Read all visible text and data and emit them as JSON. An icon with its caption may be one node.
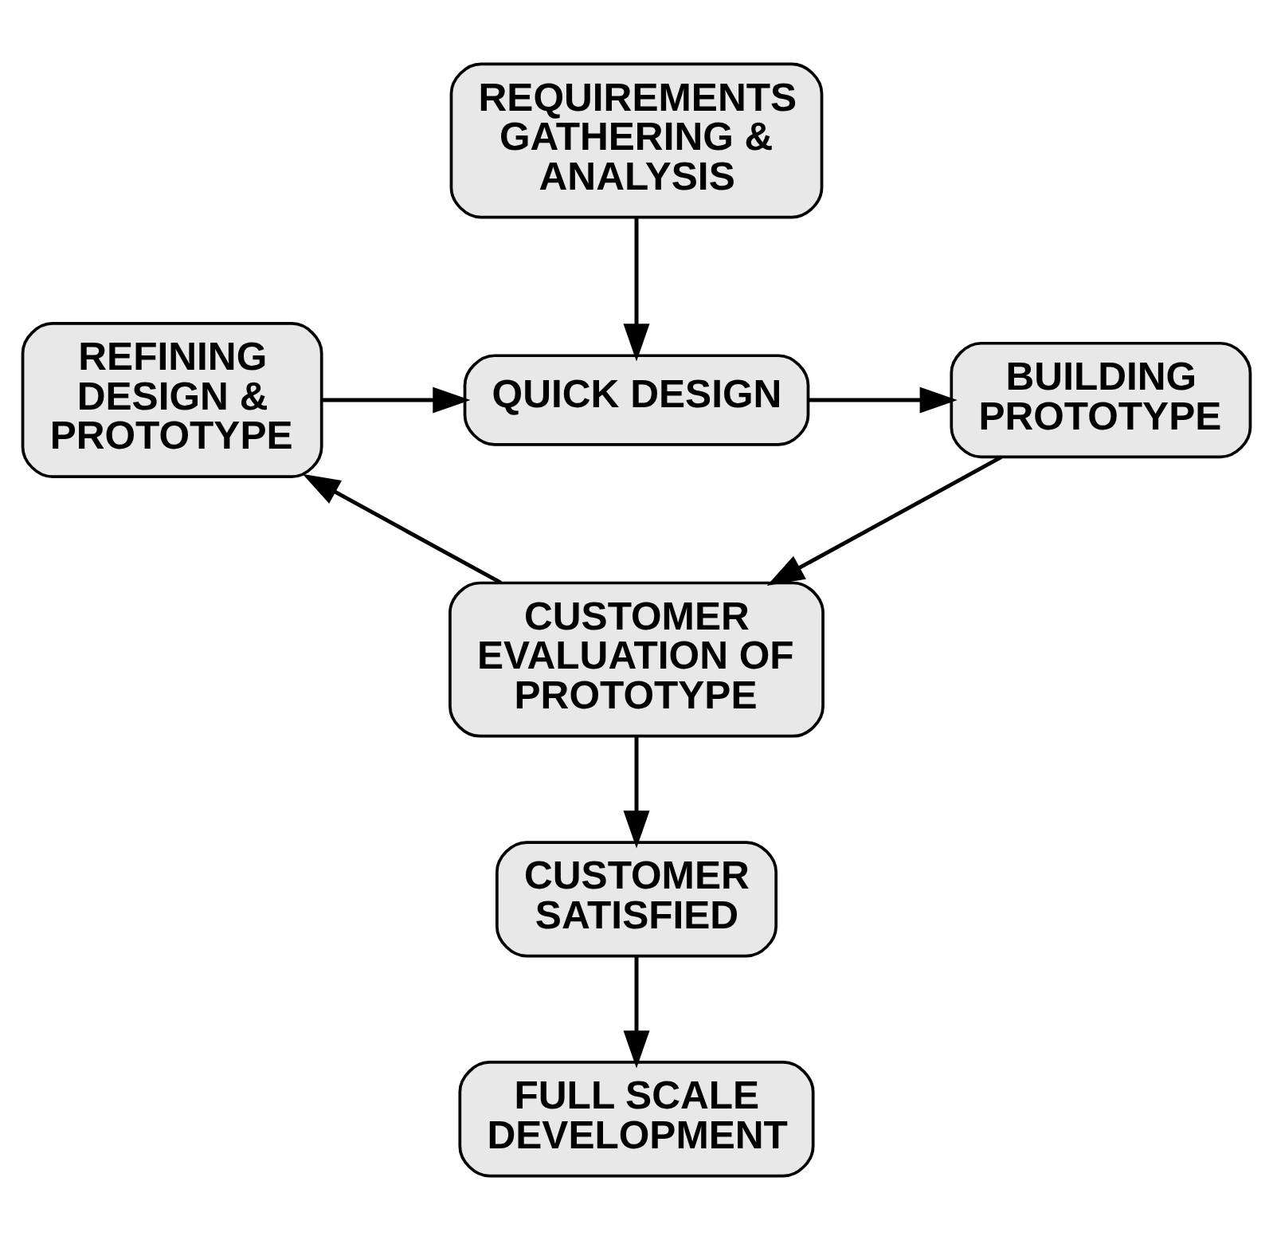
{
  "diagram": {
    "nodes": [
      {
        "text": [
          "REQUIREMENTS GATHERING & ANALYSIS"
        ]
      },
      {
        "text": [
          "QUICK DESIGN"
        ]
      },
      {
        "text": [
          "REFINING DESIGN & PROTOTYPE"
        ]
      },
      {
        "text": [
          "BUILDING PROTOTYPE"
        ]
      },
      {
        "text": [
          "CUSTOMER EVALUATION OF PROTOTYPE"
        ]
      },
      {
        "text": [
          "CUSTOMER SATISFIED"
        ]
      },
      {
        "text": [
          "FULL SCALE DEVELOPMENT"
        ]
      }
    ],
    "edges": [
      {
        "from": 0,
        "to": 1,
        "arrow": "to"
      },
      {
        "from": 2,
        "to": 1,
        "arrow": "to"
      },
      {
        "from": 1,
        "to": 3,
        "arrow": "to"
      },
      {
        "from": 3,
        "to": 4,
        "arrow": "to"
      },
      {
        "from": 4,
        "to": 2,
        "arrow": "to"
      },
      {
        "from": 4,
        "to": 5,
        "arrow": "to"
      },
      {
        "from": 5,
        "to": 6,
        "arrow": "to"
      }
    ]
  }
}
